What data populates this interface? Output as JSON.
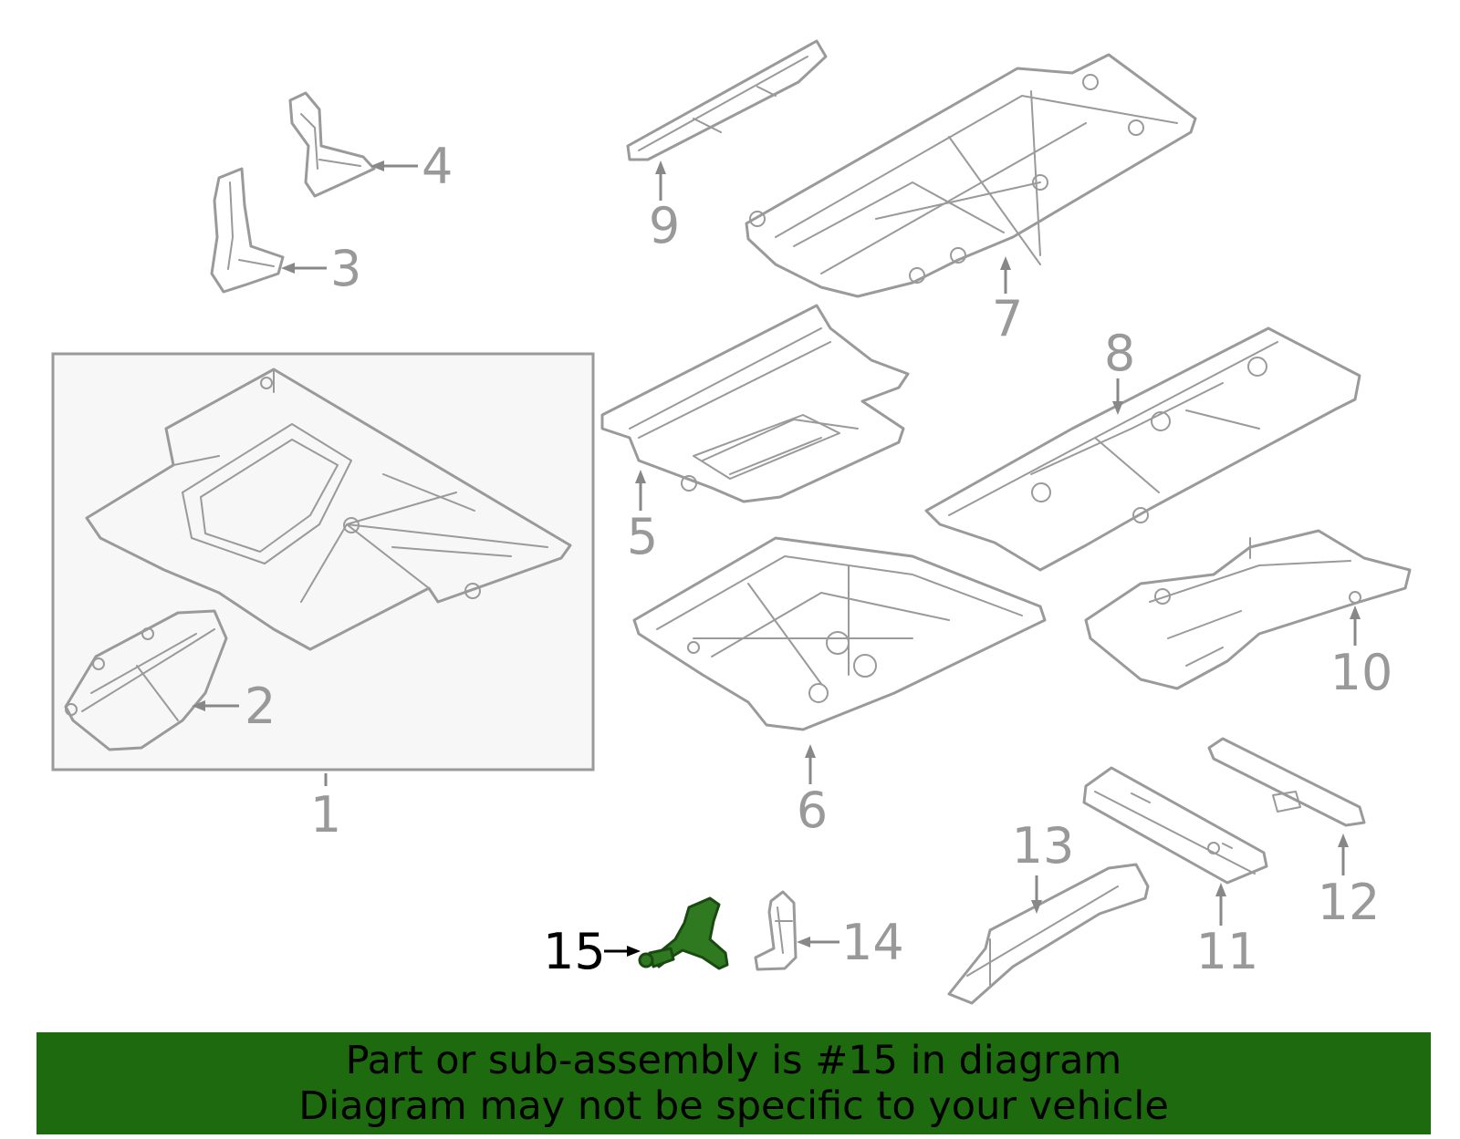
{
  "callouts": [
    {
      "id": "1",
      "label": "1"
    },
    {
      "id": "2",
      "label": "2"
    },
    {
      "id": "3",
      "label": "3"
    },
    {
      "id": "4",
      "label": "4"
    },
    {
      "id": "5",
      "label": "5"
    },
    {
      "id": "6",
      "label": "6"
    },
    {
      "id": "7",
      "label": "7"
    },
    {
      "id": "8",
      "label": "8"
    },
    {
      "id": "9",
      "label": "9"
    },
    {
      "id": "10",
      "label": "10"
    },
    {
      "id": "11",
      "label": "11"
    },
    {
      "id": "12",
      "label": "12"
    },
    {
      "id": "13",
      "label": "13"
    },
    {
      "id": "14",
      "label": "14"
    },
    {
      "id": "15",
      "label": "15"
    }
  ],
  "highlighted_part": "15",
  "colors": {
    "line_art": "#9a9a9a",
    "highlight_part": "#2f7a20",
    "banner_bg": "#1d6b0e",
    "banner_text": "#000000"
  },
  "banner": {
    "line1": "Part or sub-assembly is #15 in diagram",
    "line2": "Diagram may not be specific to your vehicle"
  }
}
